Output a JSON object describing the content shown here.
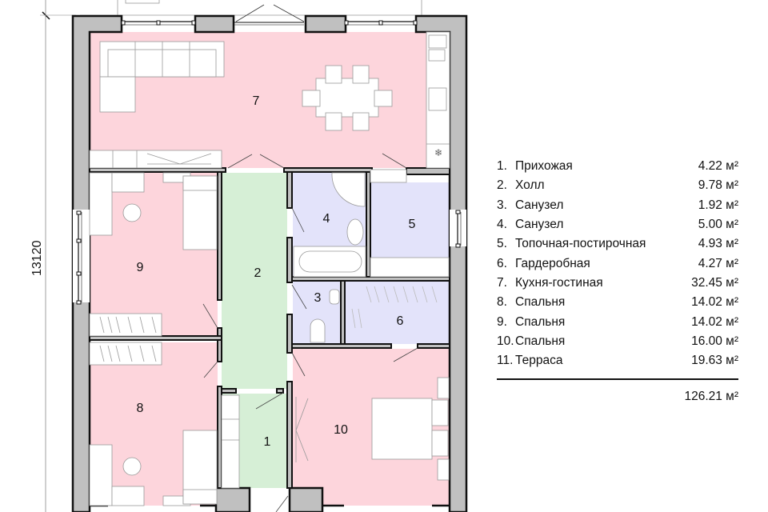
{
  "plan": {
    "dimension_label": "13120",
    "rooms": [
      {
        "id": "1",
        "label": "1"
      },
      {
        "id": "2",
        "label": "2"
      },
      {
        "id": "3",
        "label": "3"
      },
      {
        "id": "4",
        "label": "4"
      },
      {
        "id": "5",
        "label": "5"
      },
      {
        "id": "6",
        "label": "6"
      },
      {
        "id": "7",
        "label": "7"
      },
      {
        "id": "8",
        "label": "8"
      },
      {
        "id": "9",
        "label": "9"
      },
      {
        "id": "10",
        "label": "10"
      }
    ],
    "colors": {
      "living": "#fdd5dc",
      "hall": "#d6efd6",
      "service": "#e3e3fa",
      "wall": "#c0c0c0",
      "outline": "#111111"
    }
  },
  "legend": {
    "items": [
      {
        "num": "1.",
        "name": "Прихожая",
        "area": "4.22 м²"
      },
      {
        "num": "2.",
        "name": "Холл",
        "area": "9.78 м²"
      },
      {
        "num": "3.",
        "name": "Санузел",
        "area": "1.92 м²"
      },
      {
        "num": "4.",
        "name": "Санузел",
        "area": "5.00 м²"
      },
      {
        "num": "5.",
        "name": "Топочная-постирочная",
        "area": "4.93 м²"
      },
      {
        "num": "6.",
        "name": "Гардеробная",
        "area": "4.27 м²"
      },
      {
        "num": "7.",
        "name": "Кухня-гостиная",
        "area": "32.45 м²"
      },
      {
        "num": "8.",
        "name": "Спальня",
        "area": "14.02 м²"
      },
      {
        "num": "9.",
        "name": "Спальня",
        "area": "14.02 м²"
      },
      {
        "num": "10.",
        "name": "Спальня",
        "area": "16.00 м²"
      },
      {
        "num": "11.",
        "name": "Терраса",
        "area": "19.63 м²"
      }
    ],
    "total": "126.21 м²"
  }
}
